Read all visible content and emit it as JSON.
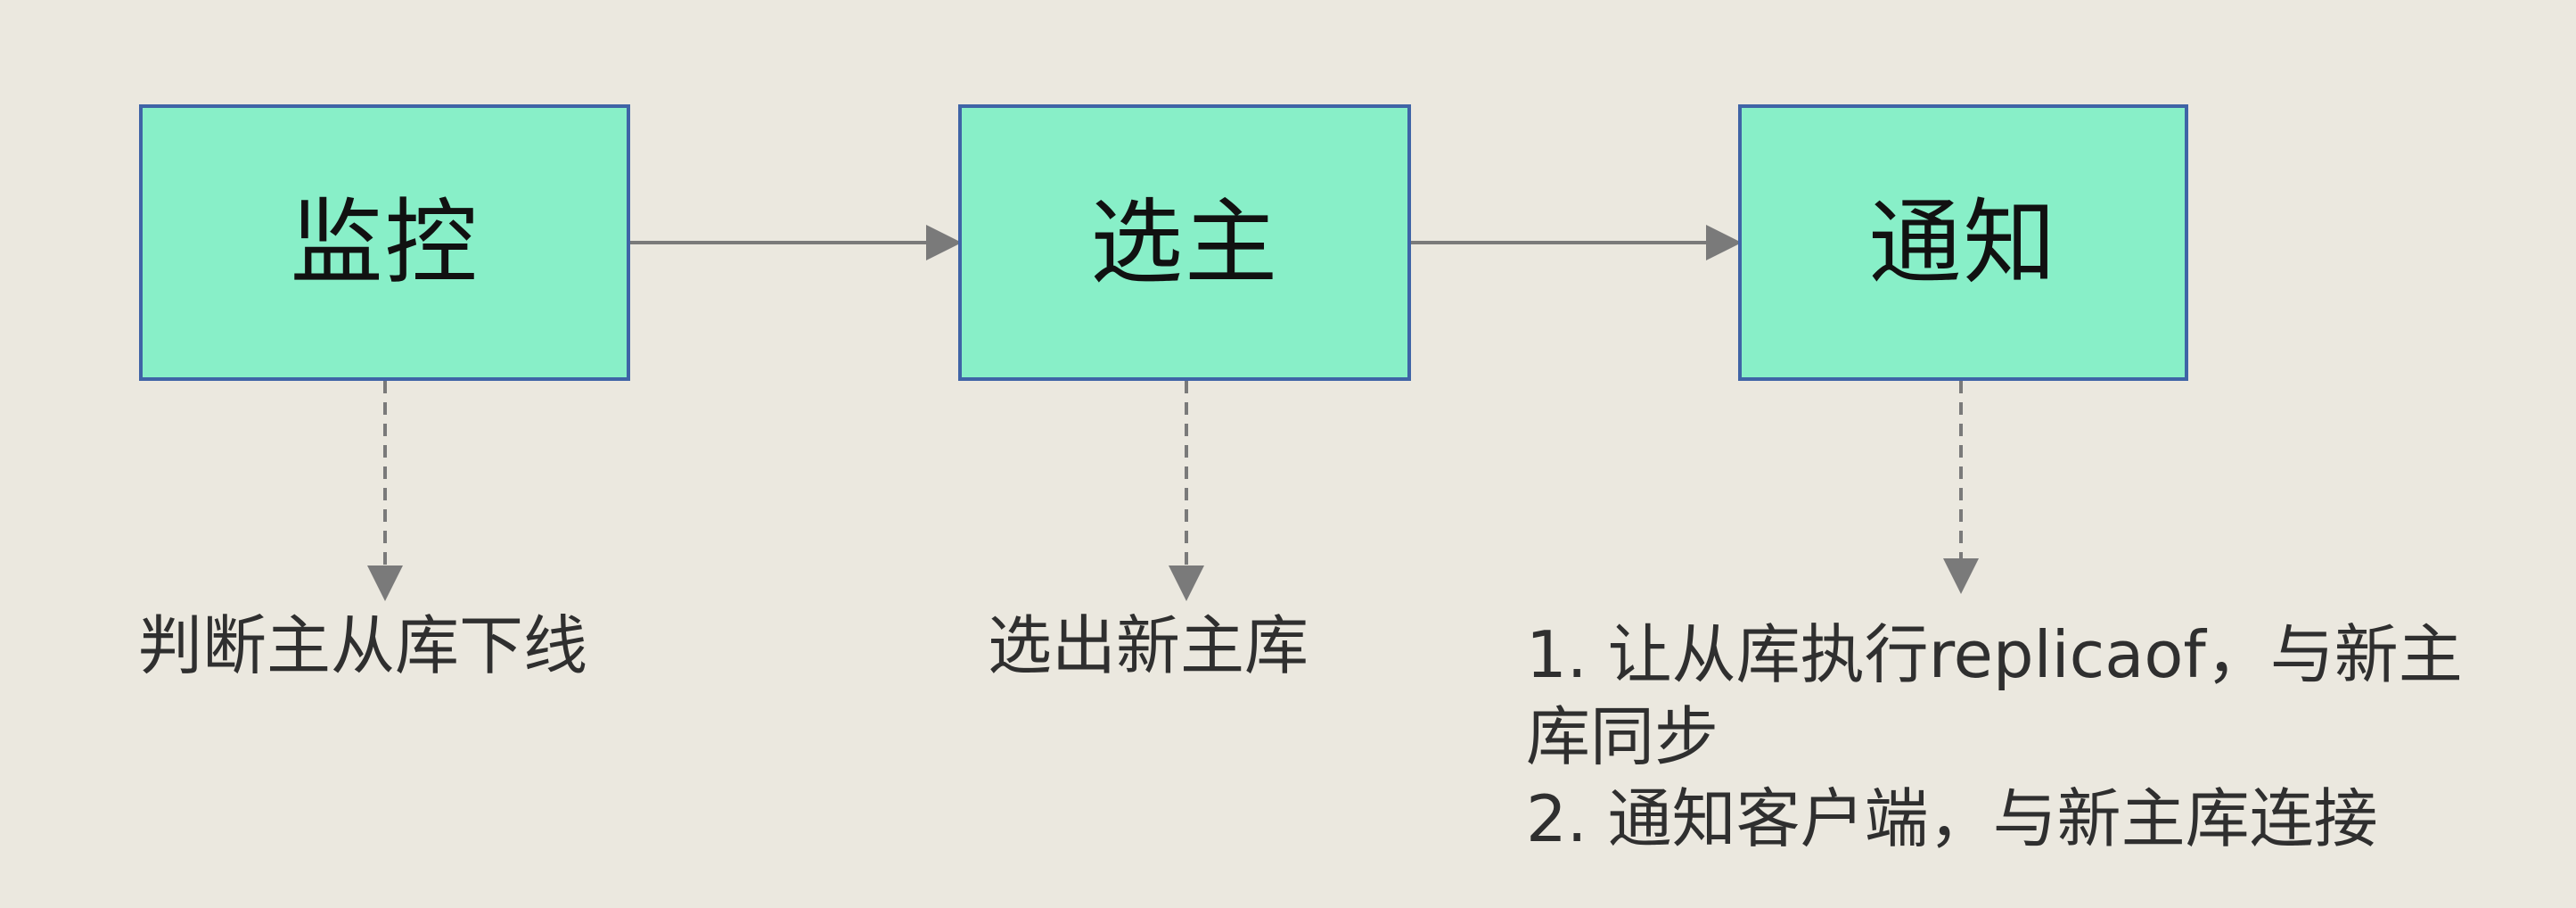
{
  "diagram": {
    "steps": [
      {
        "title": "监控",
        "descriptions": [
          "判断主从库下线"
        ]
      },
      {
        "title": "选主",
        "descriptions": [
          "选出新主库"
        ]
      },
      {
        "title": "通知",
        "descriptions": [
          "1. 让从库执行replicaof，与新主",
          "库同步",
          "2. 通知客户端，与新主库连接"
        ]
      }
    ]
  },
  "colors": {
    "background": "#ebe8df",
    "box_fill": "#88efc8",
    "box_border": "#3f64a6",
    "arrow": "#7a7a7a"
  }
}
